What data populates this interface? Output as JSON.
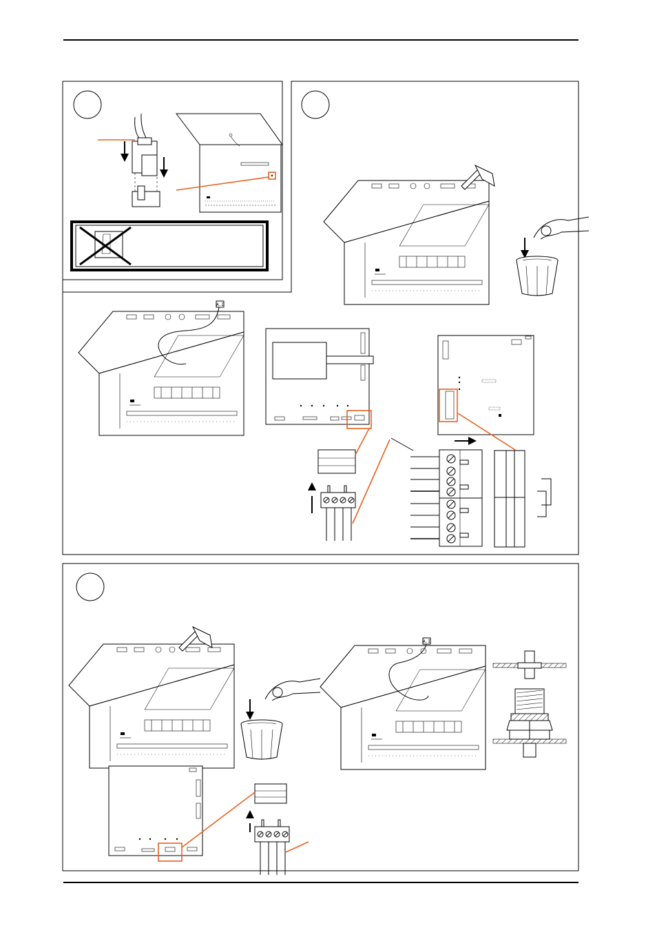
{
  "colors": {
    "accent": "#e8601c",
    "line": "#000000",
    "background": "#ffffff"
  },
  "panels": [
    {
      "id": "panel-1",
      "step_label": ""
    },
    {
      "id": "panel-2",
      "step_label": ""
    },
    {
      "id": "panel-3",
      "step_label": ""
    }
  ],
  "labels": {
    "cable_tag": "A.I"
  }
}
